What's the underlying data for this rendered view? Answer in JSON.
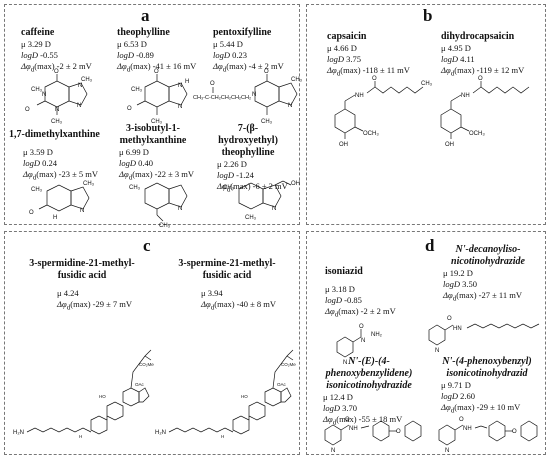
{
  "panels": {
    "a": {
      "label": "a",
      "compounds": [
        {
          "name": "caffeine",
          "mu": "3.29 D",
          "logd": "-0.55",
          "dphi": "-2 ± 2 mV"
        },
        {
          "name": "theophylline",
          "mu": "6.53 D",
          "logd": "-0.89",
          "dphi": "-41 ± 16 mV"
        },
        {
          "name": "pentoxifylline",
          "mu": "5.44 D",
          "logd": "0.23",
          "dphi": "-4 ± 2 mV"
        },
        {
          "name": "1,7-dimethylxanthine",
          "mu": "3.59 D",
          "logd": "0.24",
          "dphi": "-23 ± 5 mV"
        },
        {
          "name": "3-isobutyl-1-methylxanthine",
          "mu": "6.99 D",
          "logd": "0.40",
          "dphi": "-22 ± 3 mV"
        },
        {
          "name": "7-(β-hydroxyethyl) theophylline",
          "mu": "2.26 D",
          "logd": "-1.24",
          "dphi": "-6 ± 2 mV"
        }
      ]
    },
    "b": {
      "label": "b",
      "compounds": [
        {
          "name": "capsaicin",
          "mu": "4.66 D",
          "logd": "3.75",
          "dphi": "-118 ± 11 mV"
        },
        {
          "name": "dihydrocapsaicin",
          "mu": "4.95 D",
          "logd": "4.11",
          "dphi": "-119 ± 12 mV"
        }
      ]
    },
    "c": {
      "label": "c",
      "compounds": [
        {
          "name": "3-spermidine-21-methyl-fusidic acid",
          "mu": "4.24",
          "dphi": "-29 ± 7 mV"
        },
        {
          "name": "3-spermine-21-methyl-fusidic acid",
          "mu": "3.94",
          "dphi": "-40 ± 8 mV"
        }
      ]
    },
    "d": {
      "label": "d",
      "compounds": [
        {
          "name": "isoniazid",
          "mu": "3.18 D",
          "logd": "-0.85",
          "dphi": "-2 ± 2 mV"
        },
        {
          "name": "N'-decanoyliso-nicotinohydrazide",
          "mu": "19.2 D",
          "logd": "3.50",
          "dphi": "-27 ± 11 mV"
        },
        {
          "name": "N'-(E)-(4-phenoxybenzylidene) isonicotinohydrazide",
          "mu": "12.4 D",
          "logd": "3.70",
          "dphi": "-55 ± 18 mV"
        },
        {
          "name": "N'-(4-phenoxybenzyl) isonicotinohydrazid",
          "mu": "9.71 D",
          "logd": "2.60",
          "dphi": "-29 ± 10 mV"
        }
      ]
    }
  },
  "prop_labels": {
    "mu": "μ",
    "logd": "logD",
    "dphi": "Δφ",
    "dphi_sub": "d",
    "dphi_suffix": "(max)"
  },
  "structure_labels": {
    "methyl": "CH₃",
    "o": "O",
    "n": "N",
    "nh": "NH",
    "h": "H",
    "hn": "HN",
    "oh": "OH",
    "och3": "OCH₃",
    "ho": "HO",
    "oac": "OAc",
    "co2me": "CO₂Me",
    "nh2": "NH₂",
    "h2n": "H₂N",
    "ch2ch2oh": "OH",
    "pentox_chain": "CH₃-C-CH₂CH₂CH₂CH₂",
    "ch3_branch": "CH₃",
    "ch3_iso": "CH₃"
  }
}
